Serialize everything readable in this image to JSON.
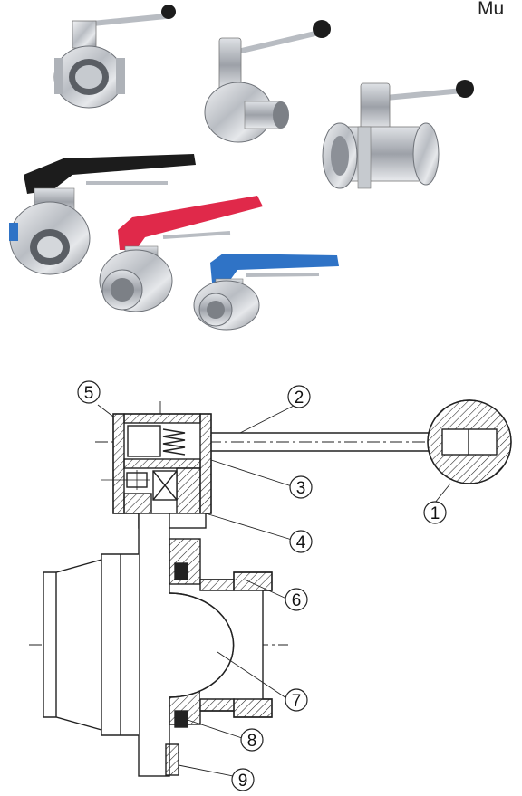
{
  "header": {
    "title": "Mu"
  },
  "callouts": [
    {
      "num": "1"
    },
    {
      "num": "2"
    },
    {
      "num": "3"
    },
    {
      "num": "4"
    },
    {
      "num": "5"
    },
    {
      "num": "6"
    },
    {
      "num": "7"
    },
    {
      "num": "8"
    },
    {
      "num": "9"
    }
  ],
  "colors": {
    "steel": "#c9ccd0",
    "handle_black": "#1c1c1c",
    "handle_red": "#e0294a",
    "handle_blue": "#2f73c6",
    "hatch": "#222222"
  }
}
